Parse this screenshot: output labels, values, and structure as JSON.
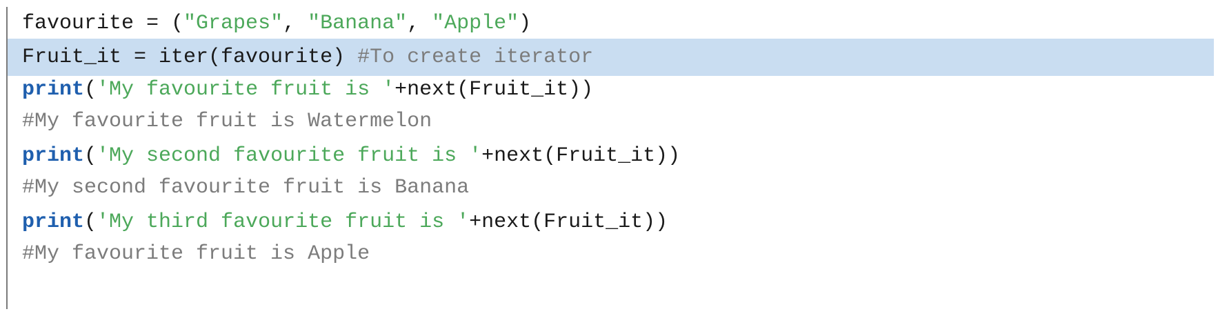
{
  "code_lines": [
    {
      "highlighted": false,
      "tokens": [
        {
          "type": "plain",
          "text": "favourite = ("
        },
        {
          "type": "str",
          "text": "\"Grapes\""
        },
        {
          "type": "plain",
          "text": ", "
        },
        {
          "type": "str",
          "text": "\"Banana\""
        },
        {
          "type": "plain",
          "text": ", "
        },
        {
          "type": "str",
          "text": "\"Apple\""
        },
        {
          "type": "plain",
          "text": ")"
        }
      ]
    },
    {
      "highlighted": true,
      "tokens": [
        {
          "type": "plain",
          "text": "Fruit_it = iter(favourite) "
        },
        {
          "type": "cmt",
          "text": "#To create iterator"
        }
      ]
    },
    {
      "highlighted": false,
      "tokens": [
        {
          "type": "kw",
          "text": "print"
        },
        {
          "type": "plain",
          "text": "("
        },
        {
          "type": "str",
          "text": "'My favourite fruit is '"
        },
        {
          "type": "plain",
          "text": "+next(Fruit_it))"
        }
      ]
    },
    {
      "highlighted": false,
      "tokens": [
        {
          "type": "cmt",
          "text": "#My favourite fruit is Watermelon"
        }
      ]
    },
    {
      "highlighted": false,
      "tokens": [
        {
          "type": "kw",
          "text": "print"
        },
        {
          "type": "plain",
          "text": "("
        },
        {
          "type": "str",
          "text": "'My second favourite fruit is '"
        },
        {
          "type": "plain",
          "text": "+next(Fruit_it))"
        }
      ]
    },
    {
      "highlighted": false,
      "tokens": [
        {
          "type": "cmt",
          "text": "#My second favourite fruit is Banana"
        }
      ]
    },
    {
      "highlighted": false,
      "tokens": [
        {
          "type": "kw",
          "text": "print"
        },
        {
          "type": "plain",
          "text": "("
        },
        {
          "type": "str",
          "text": "'My third favourite fruit is '"
        },
        {
          "type": "plain",
          "text": "+next(Fruit_it))"
        }
      ]
    },
    {
      "highlighted": false,
      "tokens": [
        {
          "type": "cmt",
          "text": "#My favourite fruit is Apple"
        }
      ]
    }
  ],
  "colors": {
    "keyword": "#1f5fae",
    "string": "#4ca85a",
    "comment": "#7c7c7c",
    "text": "#1a1a1a",
    "highlight": "#c9ddf1"
  }
}
